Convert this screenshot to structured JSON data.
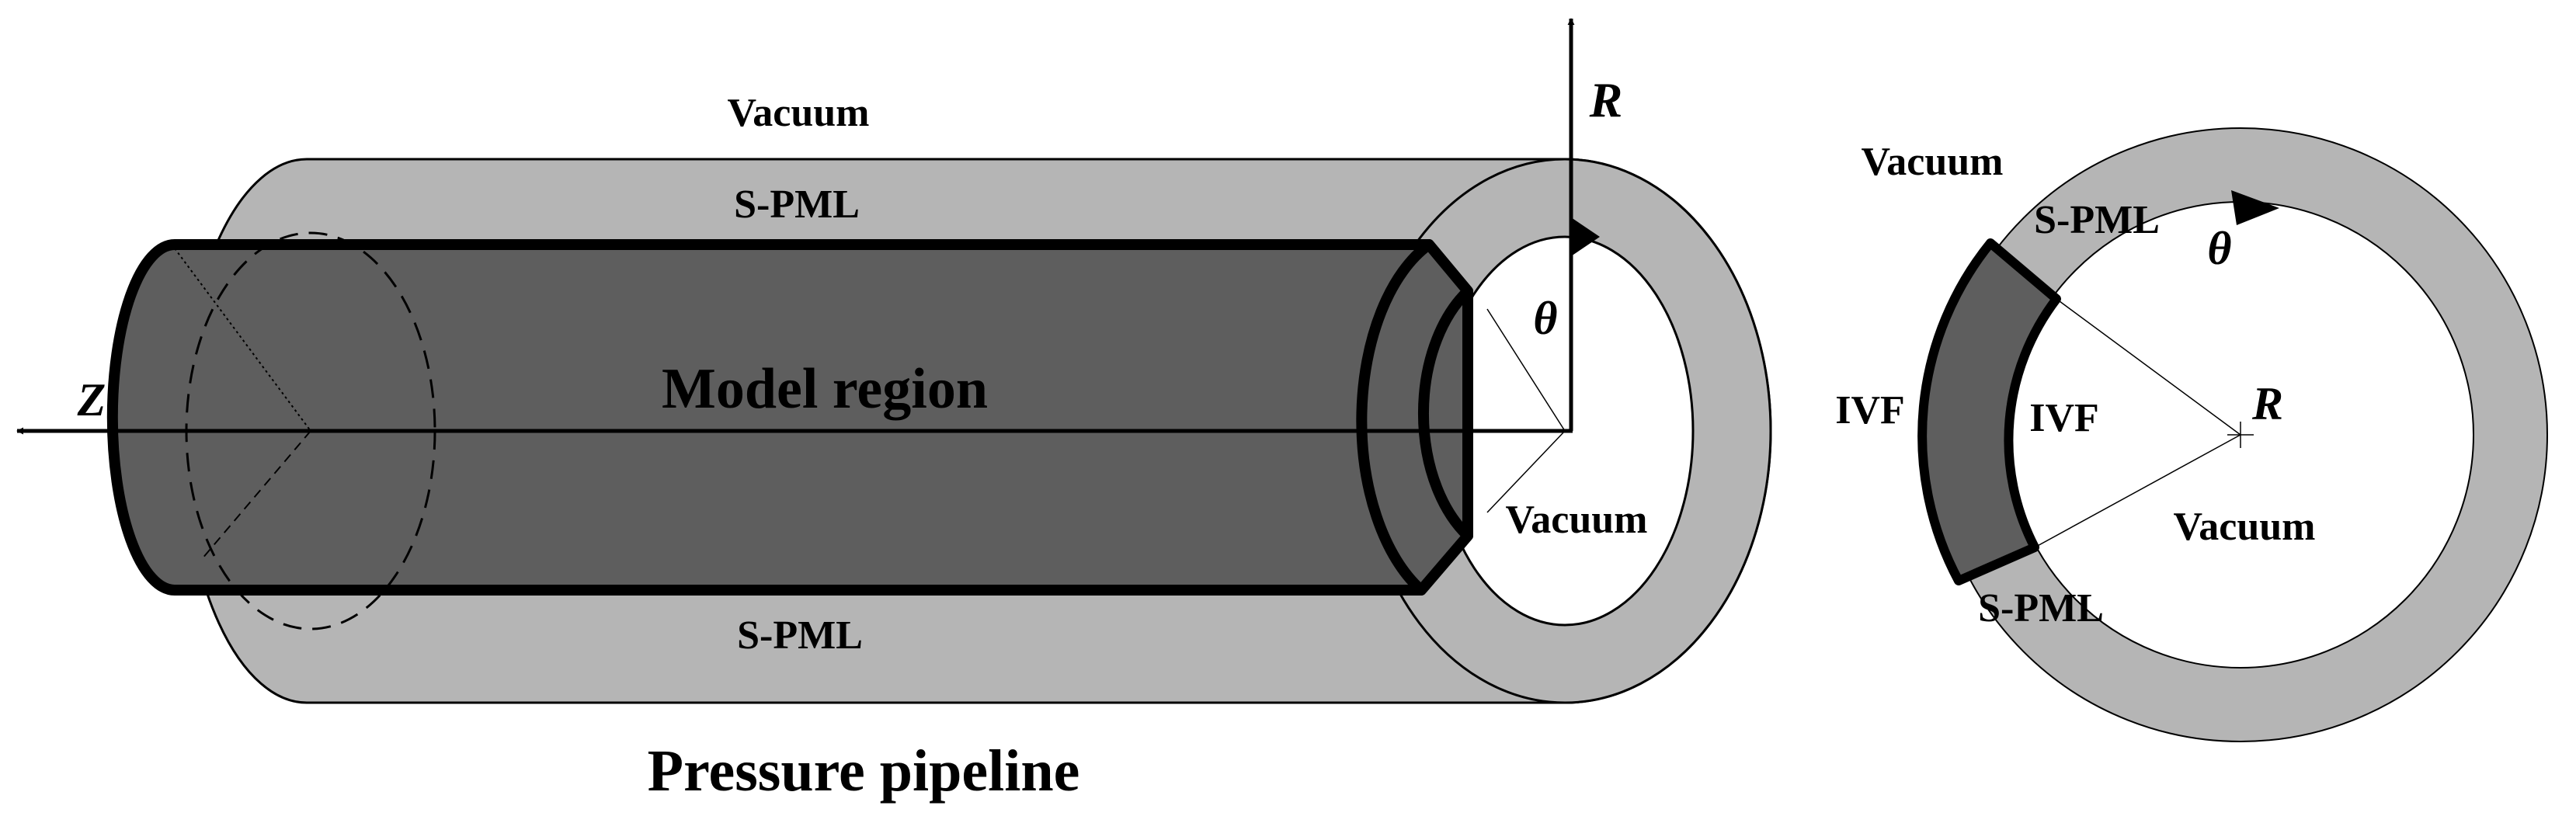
{
  "colors": {
    "pml_gray": "#b5b5b5",
    "model_dark": "#5e5e5e",
    "line": "#000000",
    "background": "#ffffff"
  },
  "labels": {
    "vacuum_top": "Vacuum",
    "spml_top": "S-PML",
    "spml_bottom": "S-PML",
    "model_region": "Model region",
    "vacuum_inner": "Vacuum",
    "axis_z": "Z",
    "axis_r": "R",
    "axis_theta": "θ",
    "caption": "Pressure pipeline"
  },
  "cross_section": {
    "vacuum_outer": "Vacuum",
    "spml_top": "S-PML",
    "spml_bottom": "S-PML",
    "ivf_outer": "IVF",
    "ivf_inner": "IVF",
    "axis_theta": "θ",
    "axis_r": "R",
    "vacuum_inner": "Vacuum"
  }
}
